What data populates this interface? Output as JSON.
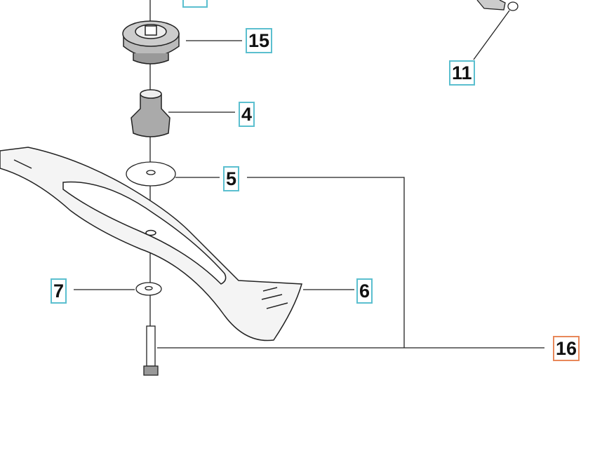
{
  "callouts": {
    "c15": "15",
    "c4": "4",
    "c5": "5",
    "c6": "6",
    "c7": "7",
    "c11": "11",
    "c16": "16"
  },
  "colors": {
    "callout_border": "#5bbfcf",
    "assembly_border": "#e8885a",
    "line": "#222222"
  }
}
